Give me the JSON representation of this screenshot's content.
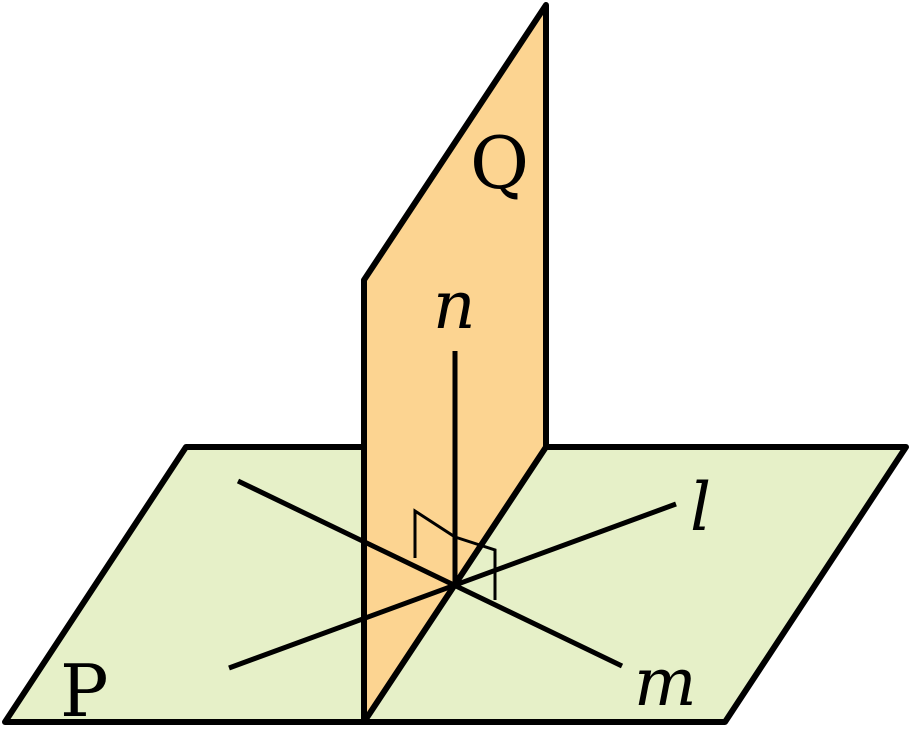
{
  "diagram": {
    "colors": {
      "plane_p_fill": "#E6F0C8",
      "plane_q_fill": "#FCD491",
      "stroke": "#000000"
    },
    "labels": {
      "plane_p": "P",
      "plane_q": "Q",
      "line_n": "n",
      "line_l": "l",
      "line_m": "m"
    },
    "markers": {
      "right_angle_count": 2
    }
  }
}
